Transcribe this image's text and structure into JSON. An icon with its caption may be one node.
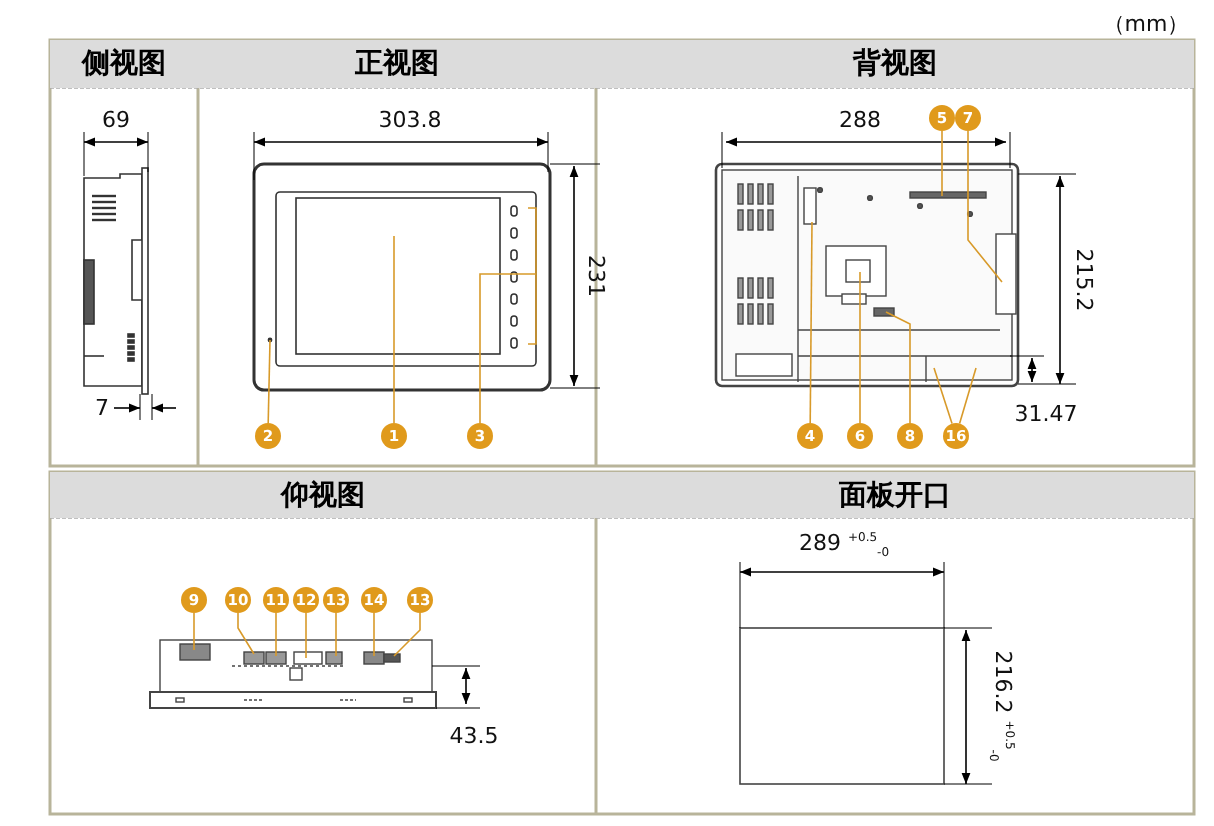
{
  "diagram": {
    "nodes": [
      {
        "text": [
          "5"
        ]
      },
      {
        "text": [
          "7"
        ]
      },
      {
        "text": [
          "2"
        ]
      },
      {
        "text": [
          "1"
        ]
      },
      {
        "text": [
          "3"
        ]
      },
      {
        "text": [
          "4"
        ]
      },
      {
        "text": [
          "6"
        ]
      },
      {
        "text": [
          "8"
        ]
      },
      {
        "text": [
          "16"
        ]
      },
      {
        "text": [
          "9"
        ]
      },
      {
        "text": [
          "10"
        ]
      },
      {
        "text": [
          "11"
        ]
      },
      {
        "text": [
          "12"
        ]
      },
      {
        "text": [
          "13"
        ]
      },
      {
        "text": [
          "14"
        ]
      },
      {
        "text": [
          "13"
        ]
      }
    ],
    "edges": [
      {
        "from": 0,
        "to": null,
        "arrow": "none"
      },
      {
        "from": 1,
        "to": null,
        "arrow": "none"
      },
      {
        "from": 2,
        "to": null,
        "arrow": "none"
      },
      {
        "from": 3,
        "to": null,
        "arrow": "none"
      },
      {
        "from": 4,
        "to": null,
        "arrow": "none"
      },
      {
        "from": 5,
        "to": null,
        "arrow": "none"
      },
      {
        "from": 6,
        "to": null,
        "arrow": "none"
      },
      {
        "from": 7,
        "to": null,
        "arrow": "none"
      },
      {
        "from": 8,
        "to": null,
        "arrow": "none"
      },
      {
        "from": 8,
        "to": null,
        "arrow": "none"
      },
      {
        "from": 9,
        "to": null,
        "arrow": "none"
      },
      {
        "from": 10,
        "to": null,
        "arrow": "none"
      },
      {
        "from": 11,
        "to": null,
        "arrow": "none"
      },
      {
        "from": 12,
        "to": null,
        "arrow": "none"
      },
      {
        "from": 13,
        "to": null,
        "arrow": "none"
      },
      {
        "from": 14,
        "to": null,
        "arrow": "none"
      },
      {
        "from": 15,
        "to": null,
        "arrow": "none"
      }
    ],
    "labels": [
      "（mm）",
      "侧视图",
      "正视图",
      "背视图",
      "69",
      "303.8",
      "288",
      "231",
      "215.2",
      "7",
      "31.47",
      "仰视图",
      "面板开口",
      "289 $^{+0.5}$$_{-0}$",
      "43.5",
      "216.2 $^{+0.5}$$_{-0}$"
    ]
  }
}
